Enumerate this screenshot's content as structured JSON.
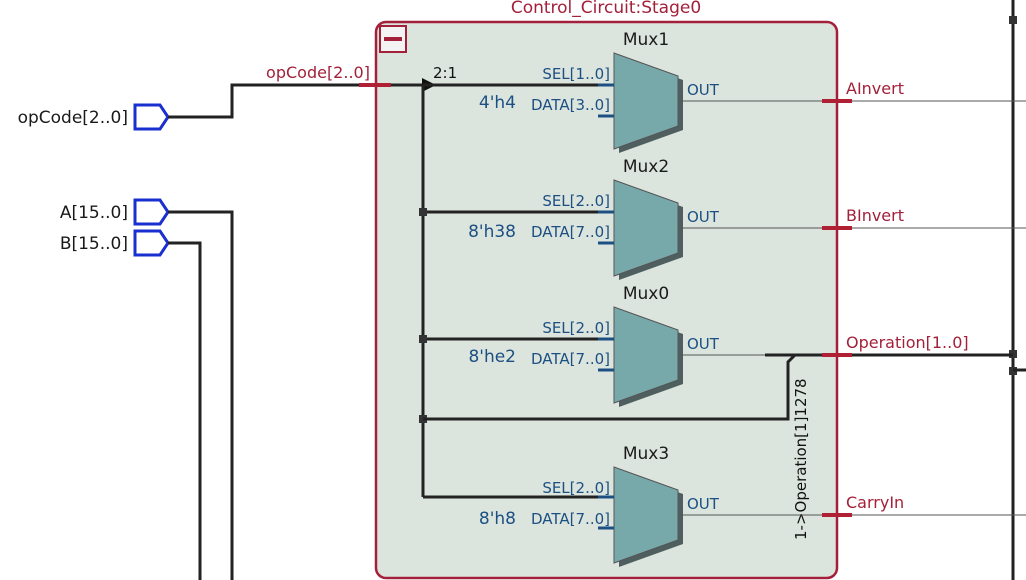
{
  "block": {
    "title": "Control_Circuit:Stage0",
    "collapse_glyph": "−",
    "colors": {
      "border": "#a3203a",
      "fill": "#dce5dd"
    }
  },
  "inputs": [
    {
      "name": "opCode[2..0]"
    },
    {
      "name": "A[15..0]"
    },
    {
      "name": "B[15..0]"
    }
  ],
  "bus_labels": {
    "opcode_in": "opCode[2..0]",
    "ratio": "2:1"
  },
  "muxes": [
    {
      "name": "Mux1",
      "sel": "SEL[1..0]",
      "data": "DATA[3..0]",
      "const": "4'h4",
      "out": "OUT",
      "output": "AInvert"
    },
    {
      "name": "Mux2",
      "sel": "SEL[2..0]",
      "data": "DATA[7..0]",
      "const": "8'h38",
      "out": "OUT",
      "output": "BInvert"
    },
    {
      "name": "Mux0",
      "sel": "SEL[2..0]",
      "data": "DATA[7..0]",
      "const": "8'he2",
      "out": "OUT",
      "output": "Operation[1..0]"
    },
    {
      "name": "Mux3",
      "sel": "SEL[2..0]",
      "data": "DATA[7..0]",
      "const": "8'h8",
      "out": "OUT",
      "output": "CarryIn"
    }
  ],
  "vertical_label": "1->Operation[1]1278"
}
